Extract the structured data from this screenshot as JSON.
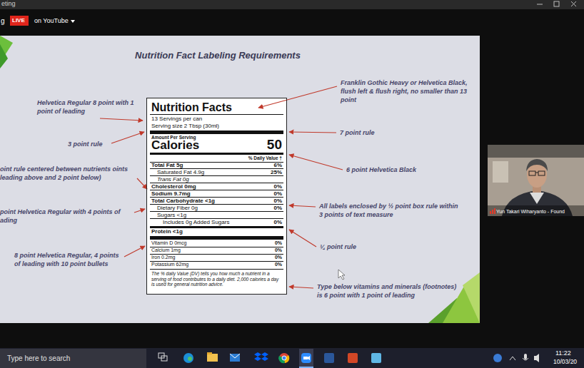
{
  "diagram": {
    "nodes": [
      {
        "text": [
          "Nutrition Fact Labeling Requirements"
        ]
      },
      {
        "text": [
          "Nutrition Facts",
          "13 Servings per can",
          "Serving size 2 Tbsp (30ml)",
          "Amount Per Serving",
          "Calories",
          "50",
          "% Daily Value †",
          "Total Fat 5g",
          "6%",
          "Saturated Fat 4.9g",
          "25%",
          "Trans Fat 0g",
          "Cholesterol 0mg",
          "0%",
          "Sodium 9.7mg",
          "0%",
          "Total Carbohydrate <1g",
          "0%",
          "Dietary Fiber 0g",
          "0%",
          "Sugars <1g",
          "Includes 0g Added Sugars",
          "0%",
          "Protein <1g",
          "Vitamin D 0mcg",
          "0%",
          "Calcium 1mg",
          "0%",
          "Iron 0.2mg",
          "0%",
          "Potassium 62mg",
          "0%",
          "The % daily Value (DV) tells you how much a nutrient in a serving of food contributes to a daily diet. 2,000 calories a day is used for general nutrition advice."
        ],
        "in": 0
      },
      {
        "text": [
          "Yun Takari Wiharyanto - Found"
        ]
      },
      {
        "text": [
          "LIVE"
        ]
      },
      {
        "text": [
          "Type here to search"
        ]
      }
    ],
    "labels": [
      "eting",
      "g",
      "on YouTube",
      "Helvetica Regular 8 point with 1 point of leading",
      "3 point rule",
      "oint rule centered between nutrients oints leading above and 2 point below)",
      "point Helvetica Regular with 4 points of ading",
      "8 point Helvetica Regular, 4 points of leading with 10 point bullets",
      "Franklin Gothic Heavy or Helvetica Black, flush left & flush right, no smaller than 13 point",
      "7 point rule",
      "6 point Helvetica Black",
      "All labels enclosed by ½ point box rule within 3 points of text measure",
      "¼ point rule",
      "Type below vitamins and minerals (footnotes) is 6 point with 1 point of leading",
      "11:22",
      "10/03/20"
    ]
  }
}
